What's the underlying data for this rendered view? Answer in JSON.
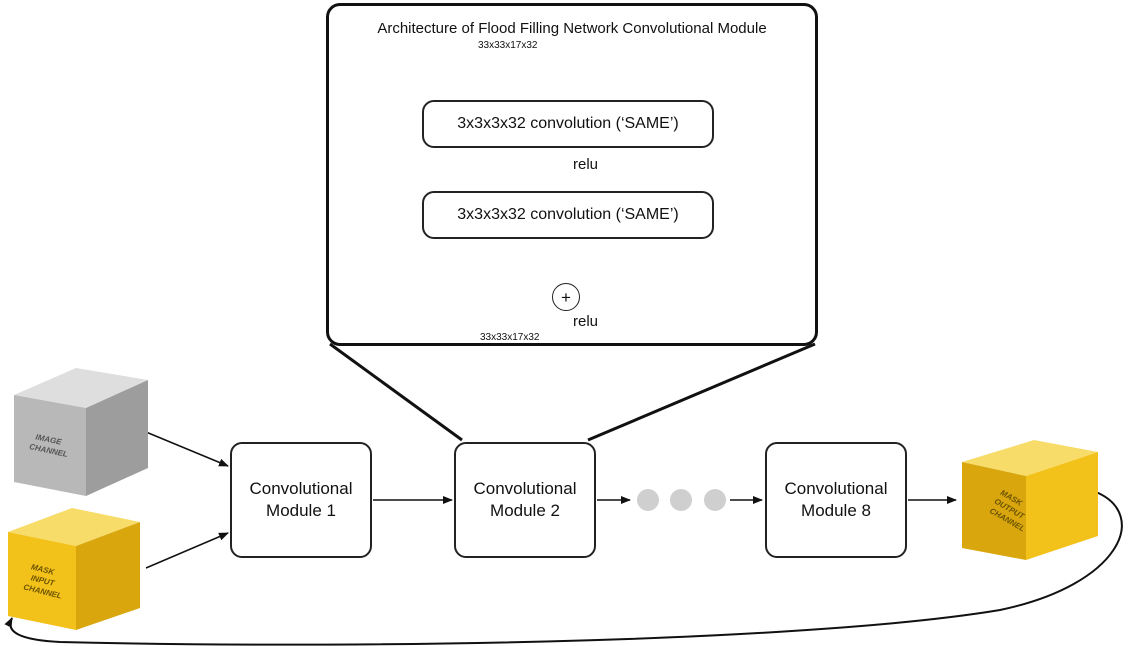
{
  "panel": {
    "title": "Architecture of Flood Filling Network Convolutional Module",
    "input_dims": "33x33x17x32",
    "output_dims": "33x33x17x32",
    "conv1": "3x3x3x32 convolution (‘SAME’)",
    "conv2": "3x3x3x32 convolution (‘SAME’)",
    "relu1": "relu",
    "relu2": "relu",
    "sum_symbol": "+"
  },
  "modules": {
    "m1": {
      "line1": "Convolutional",
      "line2": "Module 1"
    },
    "m2": {
      "line1": "Convolutional",
      "line2": "Module 2"
    },
    "m8": {
      "line1": "Convolutional",
      "line2": "Module 8"
    }
  },
  "cubes": {
    "image": {
      "line1": "IMAGE",
      "line2": "CHANNEL",
      "color": "#b5b5b5"
    },
    "mask_input": {
      "line1": "MASK",
      "line2": "INPUT",
      "line3": "CHANNEL",
      "color": "#f1c21b"
    },
    "mask_output": {
      "line1": "MASK",
      "line2": "OUTPUT",
      "line3": "CHANNEL",
      "color": "#f1c21b"
    }
  },
  "ellipsis_dots": 3
}
